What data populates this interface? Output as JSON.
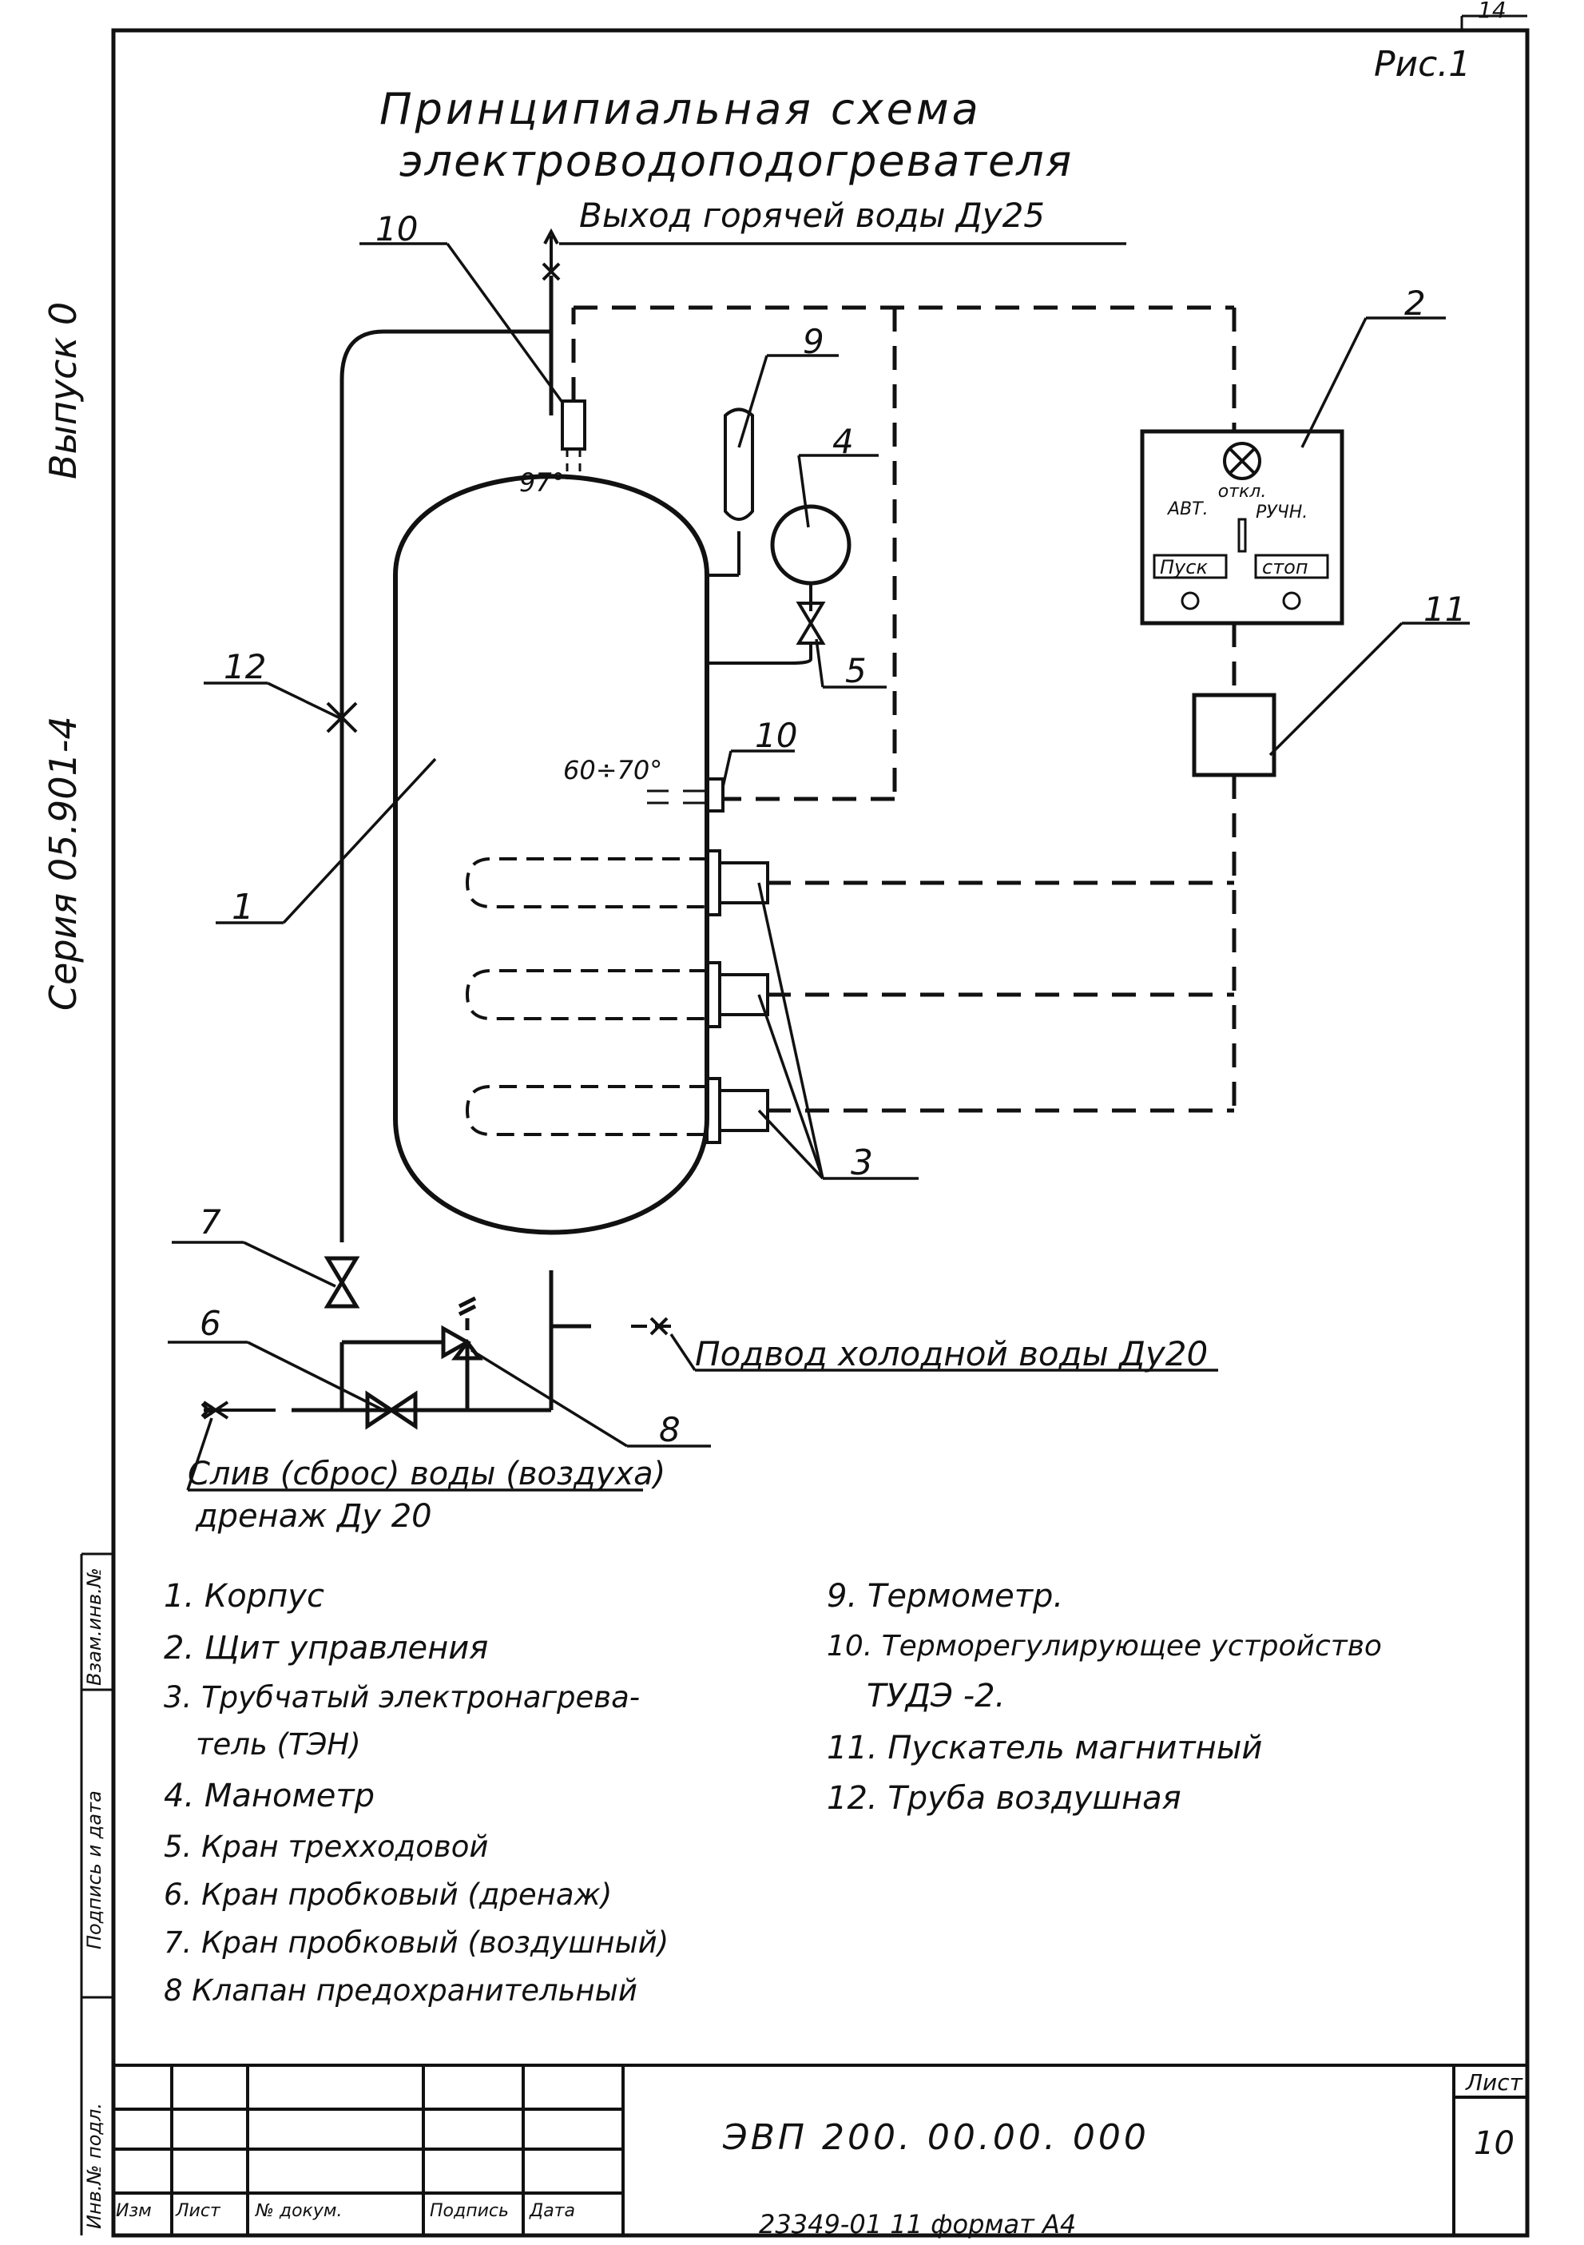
{
  "figure_label": "Рис.1",
  "corner_number": "14",
  "title": {
    "line1": "Принципиальная схема",
    "line2": "электроводоподогревателя"
  },
  "side_labels": {
    "issue": "Выпуск 0",
    "series": "Серия 05.901-4"
  },
  "callouts": {
    "hot_water_out": "Выход горячей воды Ду25",
    "cold_water_in": "Подвод холодной воды Ду20",
    "drain_line1": "Слив (сброс) воды (воздуха)",
    "drain_line2": "дренаж Ду 20",
    "temp_top": "97°",
    "temp_mid": "60÷70°"
  },
  "panel": {
    "off": "откл.",
    "auto": "АВТ.",
    "manual": "РУЧН.",
    "start": "Пуск",
    "stop": "стоп"
  },
  "markers": {
    "n1": "1",
    "n2": "2",
    "n3": "3",
    "n4": "4",
    "n5": "5",
    "n6": "6",
    "n7": "7",
    "n8": "8",
    "n9": "9",
    "n10a": "10",
    "n10b": "10",
    "n11": "11",
    "n12": "12"
  },
  "legend_left": [
    "1. Корпус",
    "2. Щит управления",
    "3. Трубчатый электронагрева-",
    "тель (ТЭН)",
    "4. Манометр",
    "5. Кран трехходовой",
    "6. Кран пробковый (дренаж)",
    "7. Кран пробковый (воздушный)",
    "8 Клапан предохранительный"
  ],
  "legend_right": [
    "9. Термометр.",
    "10. Терморегулирующее устройство",
    "ТУДЭ -2.",
    "11. Пускатель магнитный",
    "12. Труба воздушная"
  ],
  "stamp_side": {
    "lbl1": "Взам.инв.№",
    "lbl2": "Подпись и дата",
    "lbl3": "Инв.№ подл."
  },
  "title_block": {
    "designation": "ЭВП 200. 00.00. 000",
    "sheet_label": "Лист",
    "sheet_no": "10",
    "col_izm": "Изм",
    "col_list": "Лист",
    "col_doc": "№ докум.",
    "col_sign": "Подпись",
    "col_date": "Дата"
  },
  "footer": "23349-01 11 формат А4"
}
